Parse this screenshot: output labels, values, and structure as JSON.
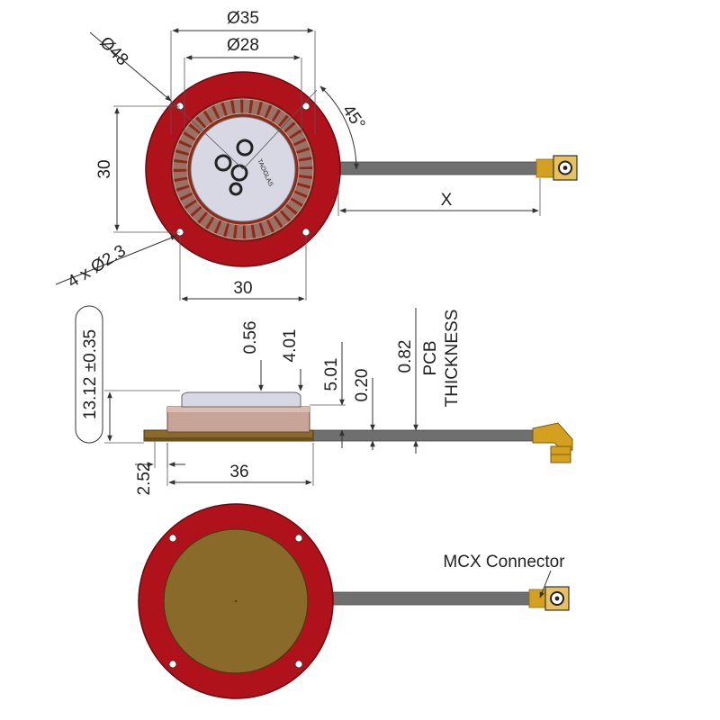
{
  "top_view": {
    "d35": "Ø35",
    "d28": "Ø28",
    "d48": "Ø48",
    "angle": "45°",
    "height_30": "30",
    "holes": "4 x Ø2.3",
    "width_30": "30",
    "cable_length": "X"
  },
  "side_view": {
    "overall_height": "13.12 ±0.35",
    "d056": "0.56",
    "d401": "4.01",
    "d501": "5.01",
    "d020": "0.20",
    "d082": "0.82",
    "pcb_line1": "PCB",
    "pcb_line2": "THICKNESS",
    "width_36": "36",
    "d252": "2.52"
  },
  "bottom_view": {
    "connector_label": "MCX Connector"
  },
  "colors": {
    "flange_red": "#b0121c",
    "pcb_gold": "#8a6a2a",
    "cable_gray": "#6f6f6f",
    "connector_gold": "#d4a020",
    "patch_silver": "#d8d8e4"
  }
}
